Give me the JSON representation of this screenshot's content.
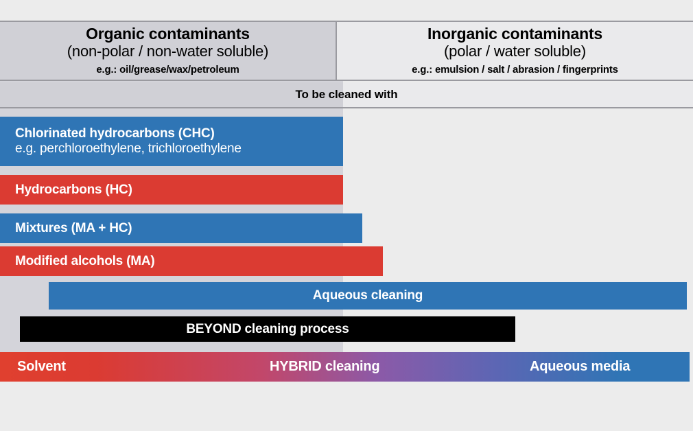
{
  "header": {
    "organic": {
      "title": "Organic contaminants",
      "subtitle": "(non-polar / non-water soluble)",
      "examples": "e.g.: oil/grease/wax/petroleum"
    },
    "inorganic": {
      "title": "Inorganic contaminants",
      "subtitle": "(polar / water soluble)",
      "examples": "e.g.: emulsion / salt / abrasion / fingerprints"
    }
  },
  "cleaned_with_label": "To be cleaned with",
  "bars": [
    {
      "title": "Chlorinated hydrocarbons (CHC)",
      "subtitle": "e.g. perchloroethylene, trichloroethylene",
      "color": "#2f75b5"
    },
    {
      "title": "Hydrocarbons (HC)",
      "subtitle": "",
      "color": "#db3b32"
    },
    {
      "title": "Mixtures (MA + HC)",
      "subtitle": "",
      "color": "#2f75b5"
    },
    {
      "title": "Modified alcohols (MA)",
      "subtitle": "",
      "color": "#db3b32"
    },
    {
      "title": "Aqueous cleaning",
      "subtitle": "",
      "color": "#2f75b5"
    },
    {
      "title": "BEYOND cleaning process",
      "subtitle": "",
      "color": "#000000"
    }
  ],
  "gradient_bar": {
    "left_label": "Solvent",
    "center_label": "HYBRID cleaning",
    "right_label": "Aqueous media",
    "start_color": "#e0402f",
    "end_color": "#2f75b5"
  },
  "palette": {
    "page_background": "#ececec",
    "left_column_background": "#d4d4da",
    "header_left_background": "#d0d0d6",
    "header_right_background": "#eaeaec",
    "border": "#9a9aa0",
    "blue": "#2f75b5",
    "red": "#db3b32",
    "black": "#000000"
  }
}
